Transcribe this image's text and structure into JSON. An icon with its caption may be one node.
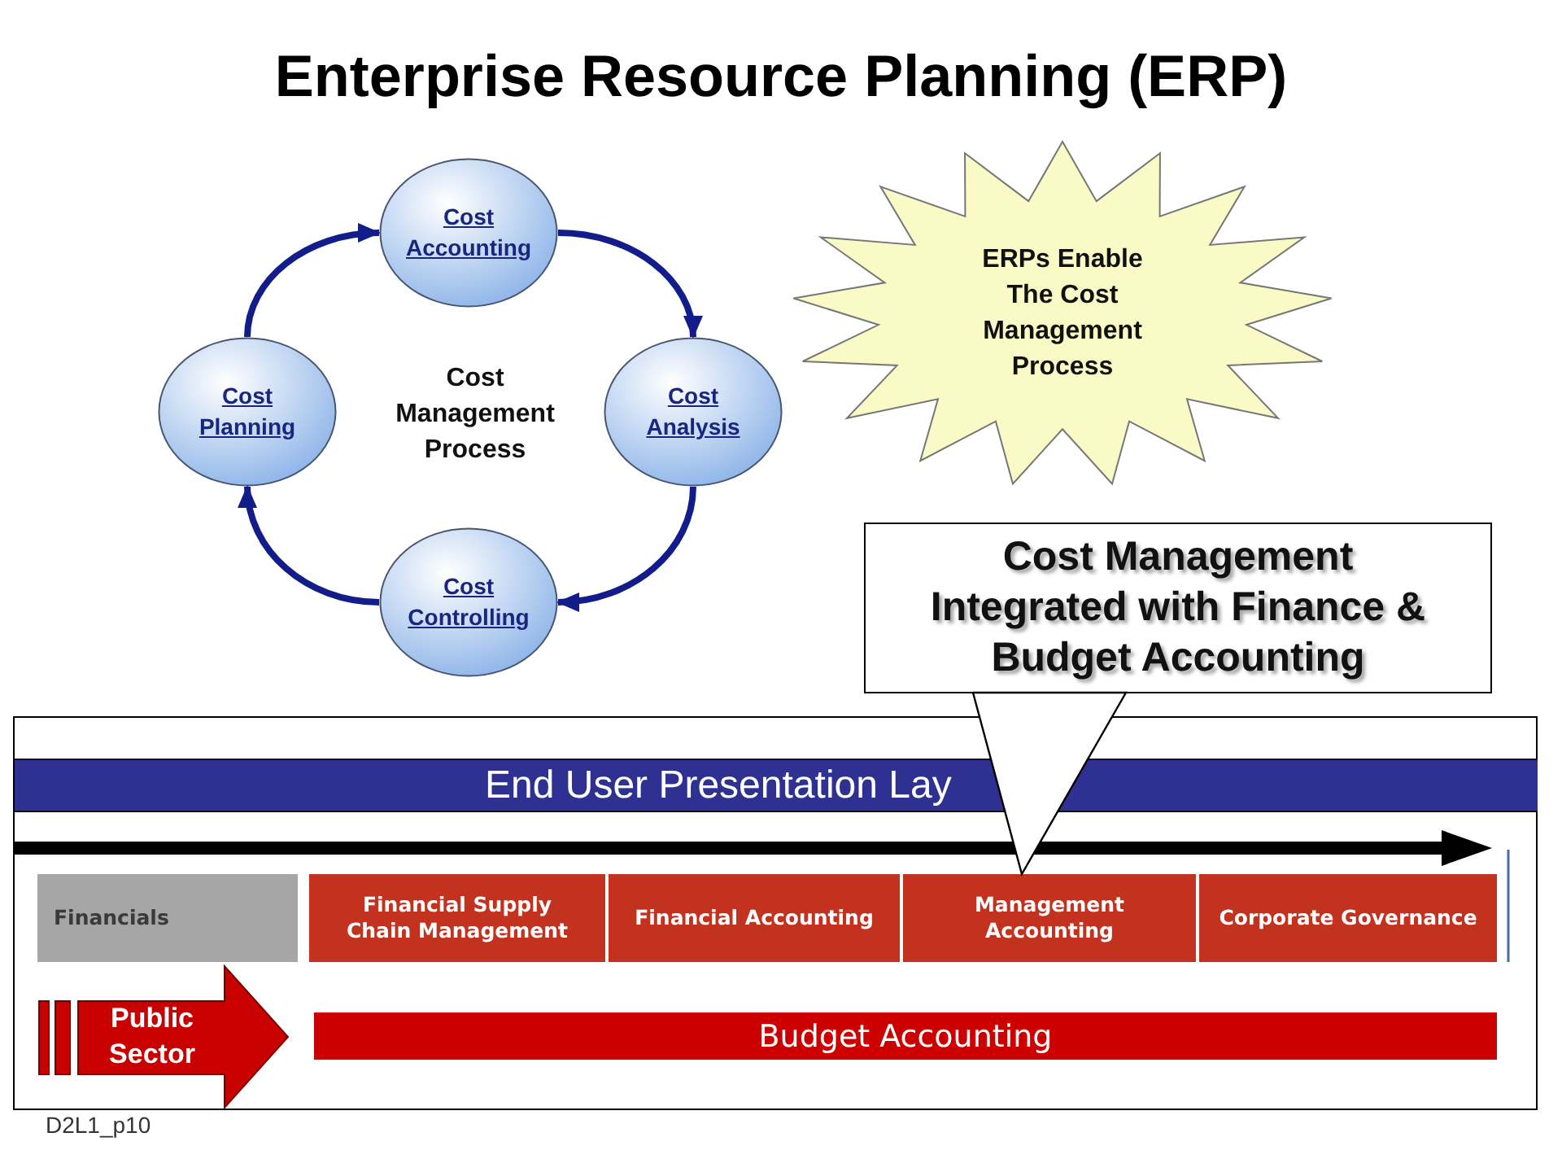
{
  "diagram": {
    "title": "Enterprise Resource Planning (ERP)",
    "nodes": [
      {
        "text": [
          "Cost Accounting"
        ]
      },
      {
        "text": [
          "Cost Planning"
        ]
      },
      {
        "text": [
          "Cost Analysis"
        ]
      },
      {
        "text": [
          "Cost Controlling"
        ]
      },
      {
        "text": [
          "ERPs Enable The Cost Management Process"
        ]
      },
      {
        "text": [
          "Cost Management Integrated with Finance & Budget Accounting"
        ]
      },
      {
        "text": [
          "End User Presentation Lay"
        ]
      },
      {
        "text": [
          "Financials"
        ]
      },
      {
        "text": [
          "Financial Supply Chain Management"
        ]
      },
      {
        "text": [
          "Financial Accounting"
        ]
      },
      {
        "text": [
          "Management Accounting"
        ]
      },
      {
        "text": [
          "Corporate Governance"
        ]
      },
      {
        "text": [
          "Public Sector"
        ]
      },
      {
        "text": [
          "Budget Accounting"
        ]
      }
    ],
    "edges": [
      {
        "from": 1,
        "to": 0,
        "arrow": "to"
      },
      {
        "from": 0,
        "to": 2,
        "arrow": "to"
      },
      {
        "from": 2,
        "to": 3,
        "arrow": "to"
      },
      {
        "from": 3,
        "to": 1,
        "arrow": "to"
      },
      {
        "from": 5,
        "to": 10,
        "arrow": "to",
        "color": "#000000"
      }
    ],
    "labels": [
      "Cost Management Process",
      "D2L1_p10"
    ]
  }
}
